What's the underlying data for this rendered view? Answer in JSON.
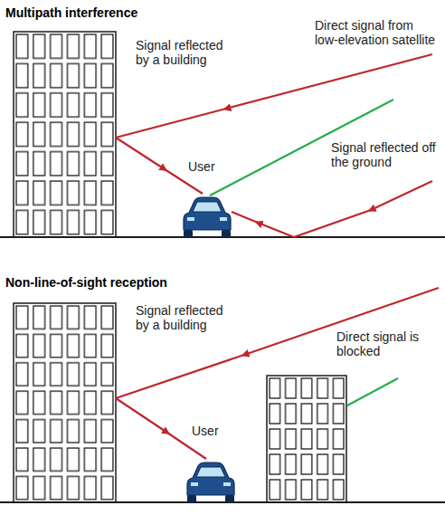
{
  "diagram": {
    "labels": [
      "Multipath interference",
      "Signal reflected by a building",
      "Direct signal from low-elevation satellite",
      "Signal reflected off the ground",
      "User",
      "Non-line-of-sight reception",
      "Signal reflected by a building",
      "Direct signal is blocked",
      "User"
    ]
  }
}
